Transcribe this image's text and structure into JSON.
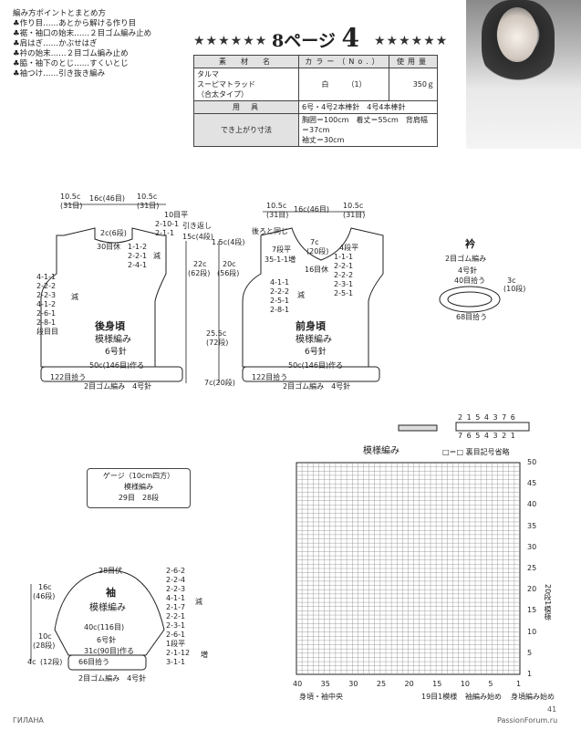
{
  "notes": {
    "heading": "編み方ポイントとまとめ方",
    "items": [
      "♣作り目……あとから解ける作り目",
      "♣裾・袖口の始末……２目ゴム編み止め",
      "♣肩はぎ……かぶせはぎ",
      "♣衿の始末……２目ゴム編み止め",
      "♣脇・袖下のとじ……すくいとじ",
      "♣袖つけ……引き抜き編み"
    ]
  },
  "header": {
    "stars_left": "★★★★★★",
    "stars_right": "★★★★★★",
    "page_label": "8ページ",
    "page_num": "4"
  },
  "materials": {
    "col1": "素　材　名",
    "col2": "カラー（No.）",
    "col3": "使用量",
    "yarn_line1": "タルマ",
    "yarn_line2": "スーピマトラッド",
    "yarn_line3": "（合太タイプ）",
    "color": "白　　　（1）",
    "amount": "350ｇ",
    "tools_label": "用　具",
    "tools_value": "6号・4号2本棒針　4号4本棒針",
    "size_label": "でき上がり寸法",
    "size_line1": "胸囲＝100cm　着丈＝55cm　背肩幅＝37cm",
    "size_line2": "袖丈＝30cm"
  },
  "back": {
    "top_left": "10.5c",
    "top_left2": "(31目)",
    "top_mid": "16c(46目)",
    "top_right": "10.5c",
    "top_right2": "(31目)",
    "neck_rows": "10目平",
    "neck_dec1": "2-10-1",
    "neck_dec2": "2-1-1",
    "neck_label": "引き返し",
    "shoulder": "2c(6段)",
    "rest": "30目休",
    "shoulder_dec1": "1-1-2",
    "shoulder_dec2": "2-2-1",
    "shoulder_dec3": "2-4-1",
    "shoulder_dec_label": "減",
    "arm1": "4-1-1",
    "arm2": "2-2-2",
    "arm3": "2-2-3",
    "arm4": "4-1-2",
    "arm5": "2-6-1",
    "arm6": "2-8-1",
    "arm7": "段目目",
    "arm_label": "減",
    "name": "後身頃",
    "pattern": "模様編み",
    "needle": "6号針",
    "cast": "50c(146目)作る",
    "pick": "122目拾う",
    "rib": "2目ゴム編み　4号針"
  },
  "vert": {
    "v1": "15c(4段)",
    "v2": "1.5c(4段)",
    "v3": "22c",
    "v4": "(62段)",
    "v5": "20c",
    "v6": "(56段)",
    "v7": "25.5c",
    "v8": "(72段)",
    "v9": "7c(20段)"
  },
  "front": {
    "top_left": "10.5c",
    "top_left2": "(31目)",
    "top_mid": "16c(46目)",
    "top_right": "10.5c",
    "top_right2": "(31目)",
    "same": "後ろと同じ",
    "neck_depth": "7c",
    "neck_depth2": "(20段)",
    "left_flat": "7段平",
    "left_flat2": "35-1-1増",
    "right_flat": "4段平",
    "right_inc": "1-1-1",
    "rest": "16目休",
    "neck1": "2-2-1",
    "neck2": "2-2-2",
    "neck3": "2-3-1",
    "neck4": "2-5-1",
    "arm1": "4-1-1",
    "arm2": "2-2-2",
    "arm3": "2-5-1",
    "arm4": "2-8-1",
    "arm_label": "減",
    "name": "前身頃",
    "pattern": "模様編み",
    "needle": "6号針",
    "cast": "50c(146目)作る",
    "pick": "122目拾う",
    "rib": "2目ゴム編み　4号針"
  },
  "collar": {
    "title": "衿",
    "line1": "2目ゴム編み",
    "line2": "4号針",
    "pick_top": "40目拾う",
    "side": "3c",
    "side2": "(10段)",
    "pick_bottom": "68目拾う"
  },
  "gauge": {
    "title": "ゲージ（10cm四方）",
    "line1": "模様編み",
    "line2": "29目　28段"
  },
  "sleeve": {
    "top": "28目伏",
    "top_dec1": "2-6-2",
    "top_dec2": "2-2-4",
    "top_dec3": "2-2-3",
    "top_dec4": "4-1-1",
    "top_dec5": "2-1-7",
    "top_dec6": "2-2-1",
    "top_dec7": "2-3-1",
    "top_dec8": "2-6-1",
    "dec_label": "減",
    "left_h": "16c",
    "left_h2": "(46段)",
    "left_h3": "10c",
    "left_h4": "(28段)",
    "left_h5": "4c",
    "left_h6": "(12段)",
    "name": "袖",
    "pattern": "模様編み",
    "width": "40c(116目)",
    "needle": "6号針",
    "flat": "1段平",
    "inc1": "2-1-12",
    "inc2": "3-1-1",
    "inc_label": "増",
    "cast": "31c(90目)作る",
    "pick": "66目拾う",
    "rib": "2目ゴム編み　4号針"
  },
  "chart": {
    "title": "模様編み",
    "legend": "□＝□ 裏目記号省略",
    "key_top": "2 1 5 4 3 7 6",
    "key_bottom": "7 6 5 4 3 2 1",
    "right_ticks": [
      "50",
      "45",
      "40",
      "35",
      "30",
      "25",
      "20",
      "15",
      "10",
      "5",
      "1"
    ],
    "bottom_ticks": [
      "40",
      "35",
      "30",
      "25",
      "20",
      "15",
      "10",
      "5",
      "1"
    ],
    "side_label": "20段1模様",
    "bottom_labels": [
      "身頃・袖中央",
      "19目1模様",
      "袖編み始め",
      "身頃編み始め"
    ]
  },
  "footer": {
    "left": "ГИЛАНА",
    "page": "41",
    "site": "PassionForum.ru"
  }
}
